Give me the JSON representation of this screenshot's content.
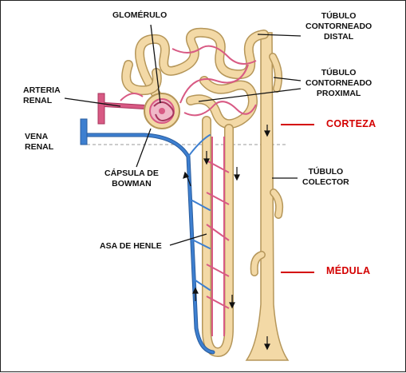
{
  "labels": {
    "glomerulo": "GLOMÉRULO",
    "tubulo_distal": "TÚBULO\nCONTORNEADO\nDISTAL",
    "tubulo_proximal": "TÚBULO\nCONTORNEADO\nPROXIMAL",
    "arteria_renal": "ARTERIA\nRENAL",
    "vena_renal": "VENA\nRENAL",
    "capsula_bowman": "CÁPSULA DE\nBOWMAN",
    "tubulo_colector": "TÚBULO\nCOLECTOR",
    "asa_henle": "ASA DE HENLE"
  },
  "zones": {
    "corteza": "CORTEZA",
    "medula": "MÉDULA"
  },
  "colors": {
    "tubule": "#f3d9a6",
    "tubule_outline": "#b59659",
    "artery": "#d85a84",
    "vein": "#3d7fd0",
    "zone_text": "#d40000"
  },
  "icons": [
    "arrow-icon"
  ]
}
